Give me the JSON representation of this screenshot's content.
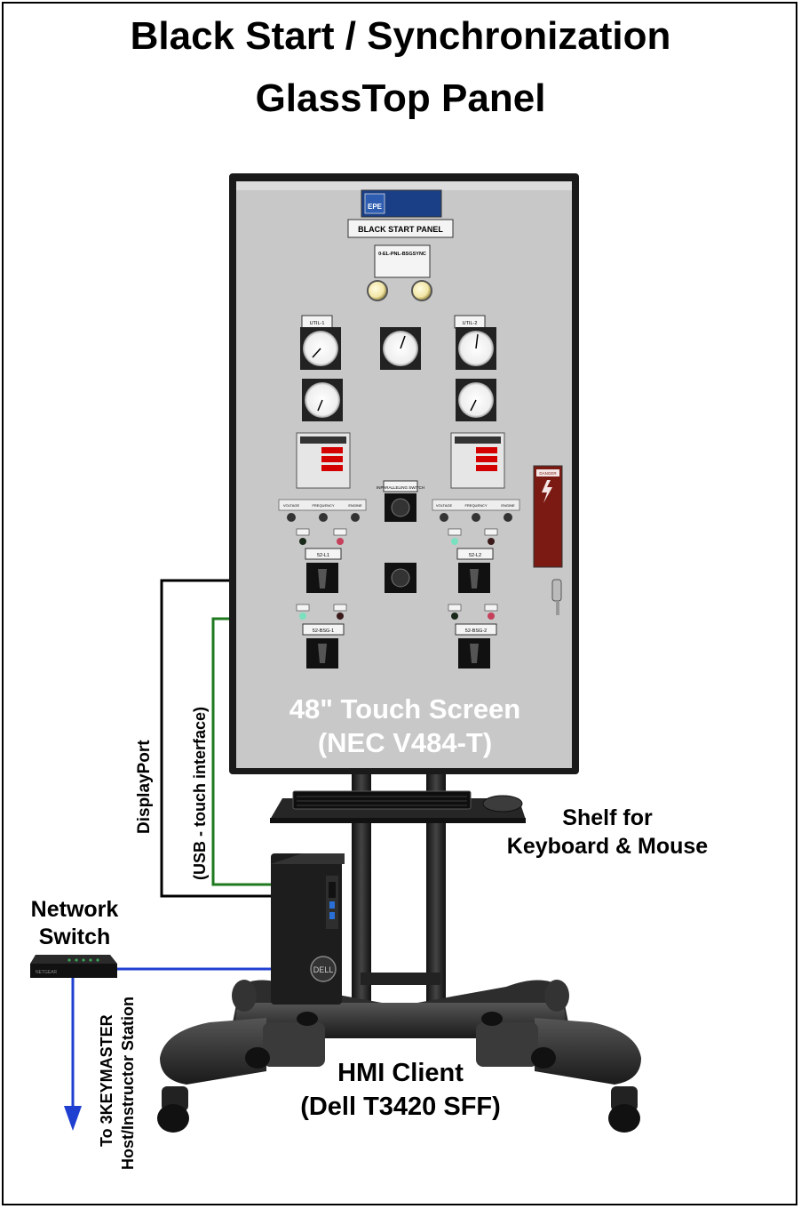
{
  "title": {
    "line1": "Black Start / Synchronization",
    "line2": "GlassTop Panel"
  },
  "panel": {
    "logo_text": "EPE",
    "header_label": "BLACK START PANEL",
    "tag_label": "0-EL-PNL-BSGSYNC",
    "sync_switch_label": "INPARALLELING\nSWITCH",
    "left_meter_label": "UTIL-1",
    "right_meter_label": "UTIL-2",
    "left_breaker_label": "52-L1",
    "right_breaker_label": "52-L2",
    "left_gen_breaker_label": "52-BSG-1",
    "right_gen_breaker_label": "52-BSG-2",
    "danger_label": "DANGER",
    "control_headers": [
      "VOLTAGE",
      "FREQUENCY",
      "ENGINE"
    ]
  },
  "screen": {
    "line1": "48\" Touch Screen",
    "line2": "(NEC V484-T)"
  },
  "cables": {
    "displayport": "DisplayPort",
    "usb": "(USB - touch interface)"
  },
  "shelf": {
    "line1": "Shelf for",
    "line2": "Keyboard & Mouse"
  },
  "network_switch": {
    "line1": "Network",
    "line2": "Switch"
  },
  "uplink": {
    "line1": "To 3KEYMASTER",
    "line2": "Host/Instructor Station"
  },
  "hmi": {
    "line1": "HMI Client",
    "line2": "(Dell T3420 SFF)"
  },
  "colors": {
    "displayport_cable": "#000000",
    "usb_cable": "#1f7a1f",
    "network_cable": "#1f3fd0",
    "panel_face": "#c8c8c8",
    "stand": "#2a2a2a"
  }
}
